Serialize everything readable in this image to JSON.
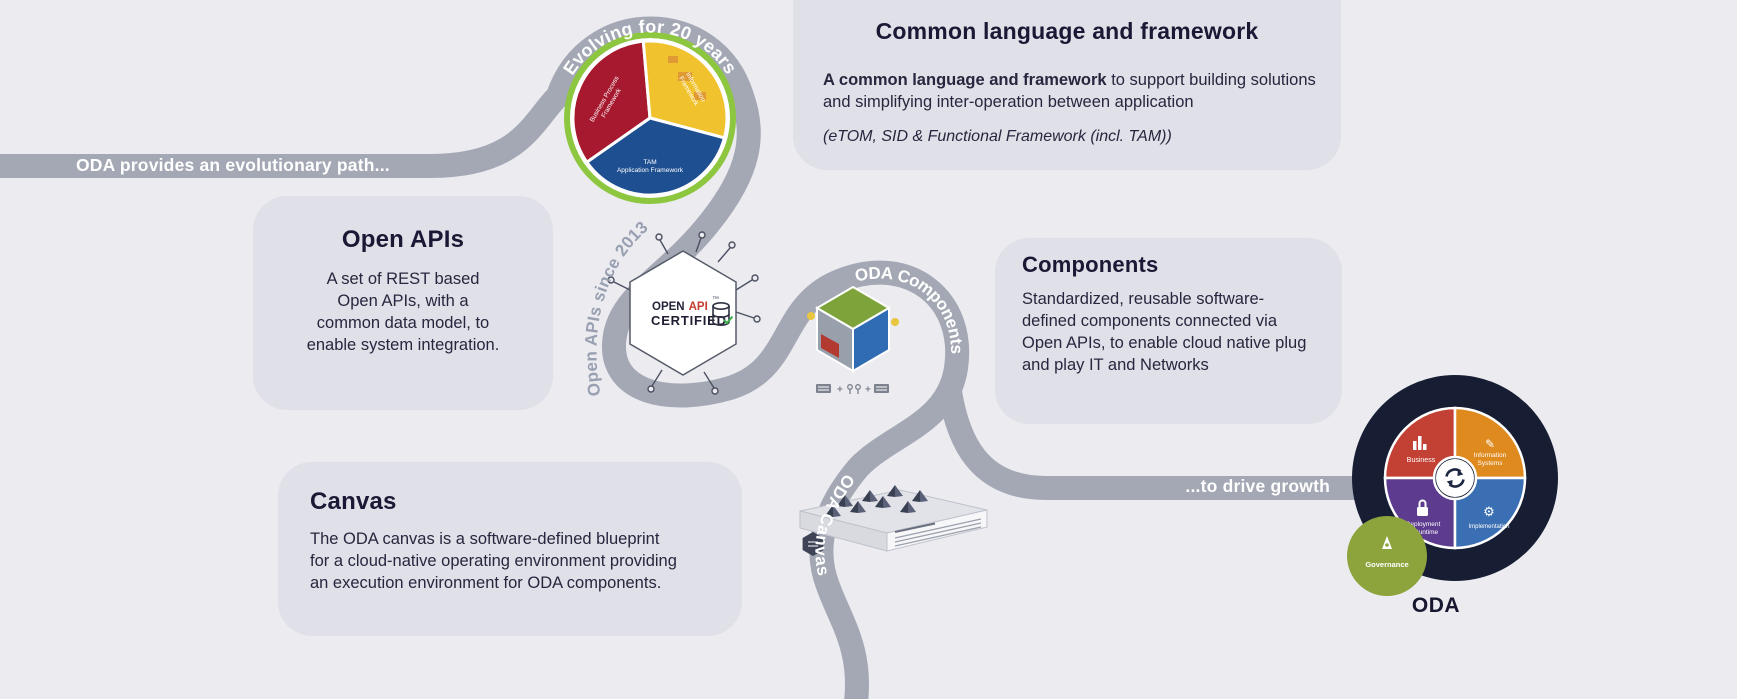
{
  "colors": {
    "background": "#ebebf0",
    "panel": "#e0e0e8",
    "road": "#a3a8b4",
    "heading": "#191935",
    "wheel_red": "#c24134",
    "wheel_orange": "#df8a1f",
    "wheel_purple": "#5d3b8e",
    "wheel_blue": "#3a6fb3",
    "wheel_green": "#8da43d",
    "pie_red": "#a6192e",
    "pie_yellow": "#f0c32e",
    "pie_blue": "#1d4f91",
    "pie_ring_green": "#8dc63f"
  },
  "road": {
    "start_label": "ODA provides an evolutionary path...",
    "end_label": "...to drive growth",
    "evolving_label": "Evolving for 20 years",
    "since_label": "Open APIs since 2013",
    "components_label": "ODA Components",
    "canvas_label": "ODA Canvas"
  },
  "panels": {
    "common": {
      "title": "Common language and framework",
      "lead": "A common language and framework",
      "body": " to support building solutions\nand simplifying inter-operation between application",
      "footnote": "(eTOM, SID & Functional Framework (incl. TAM))"
    },
    "open_apis": {
      "title": "Open APIs",
      "body": "A set of REST based\nOpen APIs, with a\ncommon data model, to\nenable system integration."
    },
    "components": {
      "title": "Components",
      "body": "Standardized, reusable software-\ndefined components connected via\nOpen APIs, to enable cloud native plug\nand play IT and Networks"
    },
    "canvas": {
      "title": "Canvas",
      "body": "The ODA canvas is a software-defined blueprint\nfor a cloud-native operating environment providing\nan execution environment for ODA components."
    }
  },
  "open_api_badge": {
    "line1_a": "OPEN",
    "line1_b": "API",
    "line2": "CERTIFIED",
    "tm": "™"
  },
  "frameworx": {
    "red_1": "Business Process",
    "red_2": "Framework",
    "yellow_1": "Information",
    "yellow_2": "Framework",
    "blue_1": "TAM",
    "blue_2": "Application Framework"
  },
  "oda_wheel": {
    "label": "ODA",
    "business": "Business",
    "information_1": "Information",
    "information_2": "Systems",
    "deployment_1": "Deployment",
    "deployment_2": "& Runtime",
    "implementation": "Implementation",
    "governance": "Governance"
  }
}
